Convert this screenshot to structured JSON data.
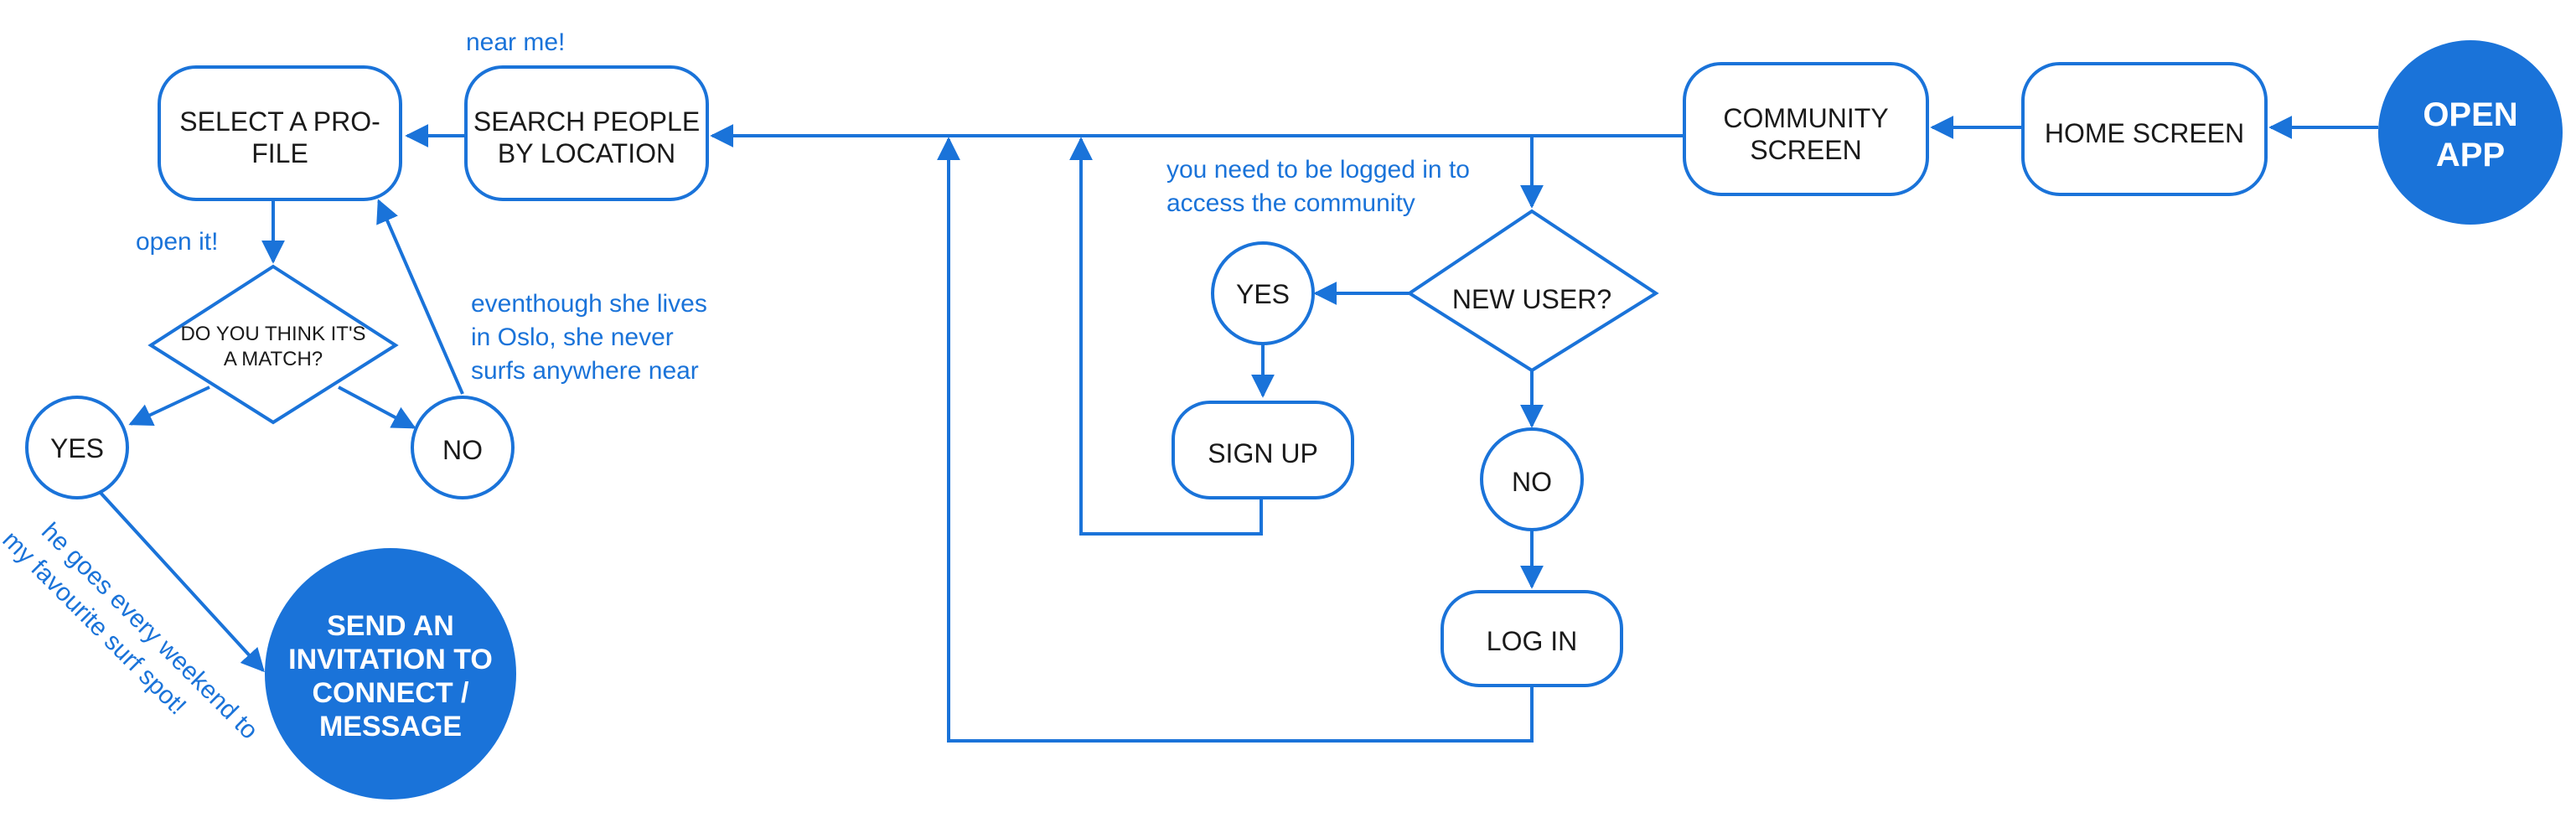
{
  "colors": {
    "accent": "#1a73d9",
    "text": "#1a1a1a",
    "background": "#ffffff"
  },
  "nodes": {
    "open_app": [
      "OPEN",
      "APP"
    ],
    "home_screen": [
      "HOME SCREEN"
    ],
    "community_screen": [
      "COMMUNITY",
      "SCREEN"
    ],
    "new_user": [
      "NEW USER?"
    ],
    "yes_signup": [
      "YES"
    ],
    "sign_up": [
      "SIGN UP"
    ],
    "no_login": [
      "NO"
    ],
    "log_in": [
      "LOG IN"
    ],
    "search_people": [
      "SEARCH PEOPLE",
      "BY LOCATION"
    ],
    "select_profile": [
      "SELECT A PRO-",
      "FILE"
    ],
    "match_question": [
      "DO YOU THINK IT'S",
      "A MATCH?"
    ],
    "yes_match": [
      "YES"
    ],
    "no_match": [
      "NO"
    ],
    "send_invitation": [
      "SEND AN",
      "INVITATION TO",
      "CONNECT /",
      "MESSAGE"
    ]
  },
  "notes": {
    "near_me": "near me!",
    "logged_in": [
      "you need to be logged in to",
      "access the community"
    ],
    "open_it": "open it!",
    "oslo": [
      "eventhough she lives",
      "in Oslo, she never",
      "surfs anywhere near"
    ],
    "weekend": [
      "he goes every weekend to",
      "my favourite surf spot!"
    ]
  }
}
